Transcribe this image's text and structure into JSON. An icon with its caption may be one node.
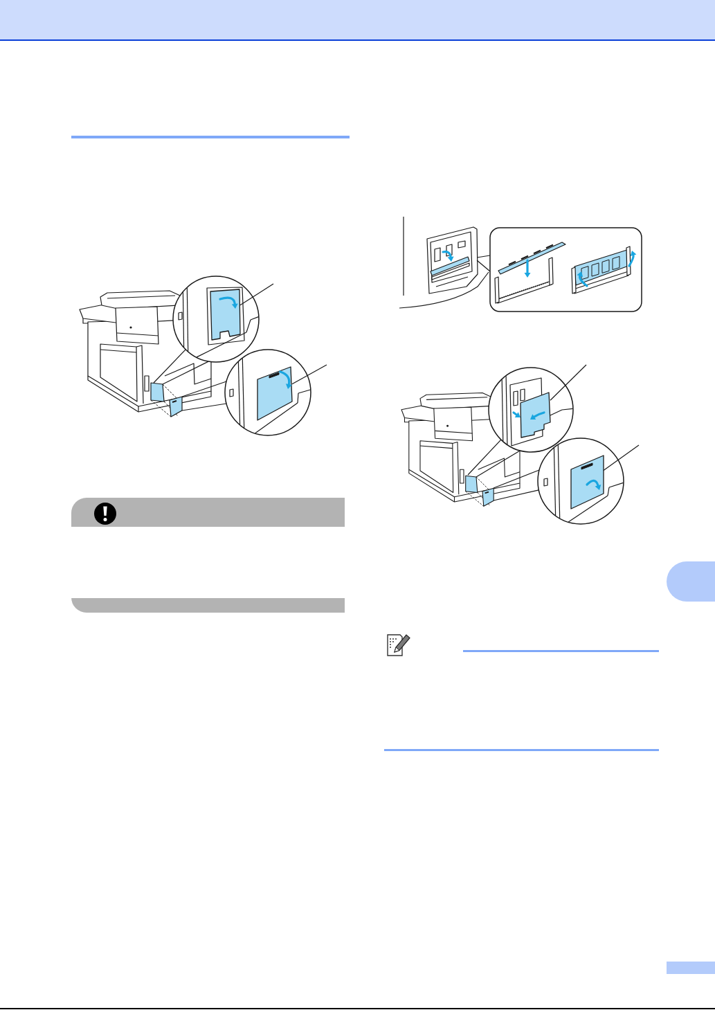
{
  "diagram": {
    "nodes": [
      {
        "text": [],
        "shape": "picture"
      },
      {
        "text": [],
        "shape": "picture"
      },
      {
        "text": [],
        "shape": "picture"
      },
      {
        "text": [],
        "shape": "picture"
      }
    ],
    "edges": [
      {
        "from": null,
        "to": 0,
        "arrow": "none"
      },
      {
        "from": null,
        "to": 1,
        "arrow": "none"
      },
      {
        "from": null,
        "to": 2,
        "arrow": "none"
      },
      {
        "from": null,
        "to": 3,
        "arrow": "none"
      }
    ]
  }
}
